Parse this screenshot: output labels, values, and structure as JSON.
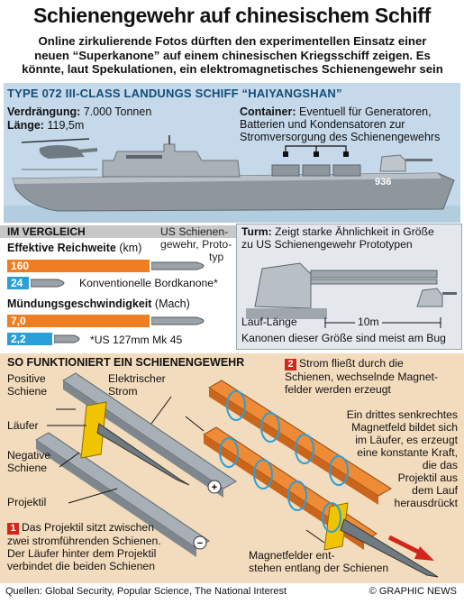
{
  "title": "Schienengewehr auf chinesischem Schiff",
  "intro": [
    "Online zirkulierende Fotos dürften den experimentellen Einsatz einer",
    "neuen “Superkanone” auf einem chinesischen Kriegsschiff zeigen.  Es",
    "könnte, laut Spekulationen, ein elektromagnetisches  Schienengewehr sein"
  ],
  "ship": {
    "heading": "TYPE 072 III-CLASS LANDUNGS SCHIFF “HAIYANGSHAN”",
    "displacement_label": "Verdrängung:",
    "displacement_value": "7.000 Tonnen",
    "length_label": "Länge:",
    "length_value": "119,5m",
    "container_label": "Container:",
    "container_text": [
      "Eventuell für Generatoren,",
      "Batterien und  Kondensatoren zur",
      "Stromversorgung des Schienengewehrs"
    ],
    "hull_number": "936"
  },
  "comparison": {
    "heading": "IM VERGLEICH",
    "range_label": "Effektive Reichweite",
    "range_unit": "(km)",
    "range_railgun_value": "160",
    "range_conventional_value": "24",
    "range_conventional_label": "Konventionelle Bordkanone*",
    "railgun_caption": [
      "US Schienen-",
      "gewehr, Proto-",
      "typ"
    ],
    "velocity_label": "Mündungsgeschwindigkeit",
    "velocity_unit": "(Mach)",
    "velocity_railgun_value": "7,0",
    "velocity_conventional_value": "2,2",
    "velocity_conventional_label": "*US 127mm Mk 45"
  },
  "turret": {
    "label": "Turm:",
    "text": [
      "Zeigt starke Ähnlichkeit in Größe",
      "zu US Schienengewehr Prototypen"
    ],
    "barrel_length_label": "Lauf-Länge",
    "barrel_length_value": "10m",
    "note": "Kanonen dieser Größe sind meist am Bug"
  },
  "how": {
    "heading": "SO FUNKTIONIERT EIN SCHIENENGEWEHR",
    "labels": {
      "positive_rail": [
        "Positive",
        "Schiene"
      ],
      "armature": "Läufer",
      "negative_rail": [
        "Negative",
        "Schiene"
      ],
      "projectile": "Projektil",
      "current": [
        "Elektrischer",
        "Strom"
      ],
      "plus": "+",
      "minus": "−"
    },
    "step1_num": "1",
    "step1_text": [
      "Das Projektil sitzt zwischen",
      "zwei stromführenden Schienen.",
      "Der Läufer hinter dem Projektil",
      "verbindet die beiden Schienen"
    ],
    "step2_num": "2",
    "step2_text": [
      "Strom fließt durch die",
      "Schienen, wechselnde Magnet-",
      "felder werden erzeugt"
    ],
    "step3_text": [
      "Ein drittes senkrechtes",
      "Magnetfeld bildet sich",
      "im Läufer, es erzeugt",
      "eine konstante Kraft,",
      "die das",
      "Projektil aus",
      "dem Lauf",
      "herausdrückt"
    ],
    "fields_text": [
      "Magnetfelder ent-",
      "stehen entlang der Schienen"
    ]
  },
  "footer": {
    "sources": "Quellen: Global Security, Popular Science, The National Interest",
    "credit": "© GRAPHIC NEWS"
  },
  "watermark": "GRAPHIC NEWS",
  "colors": {
    "accent_red": "#d2261b",
    "orange_bar": "#ef7d22",
    "blue_bar": "#2a9fd8",
    "ship_panel": "#c6d9ea",
    "how_panel": "#f3dcbd",
    "heading_blue": "#124d78"
  }
}
